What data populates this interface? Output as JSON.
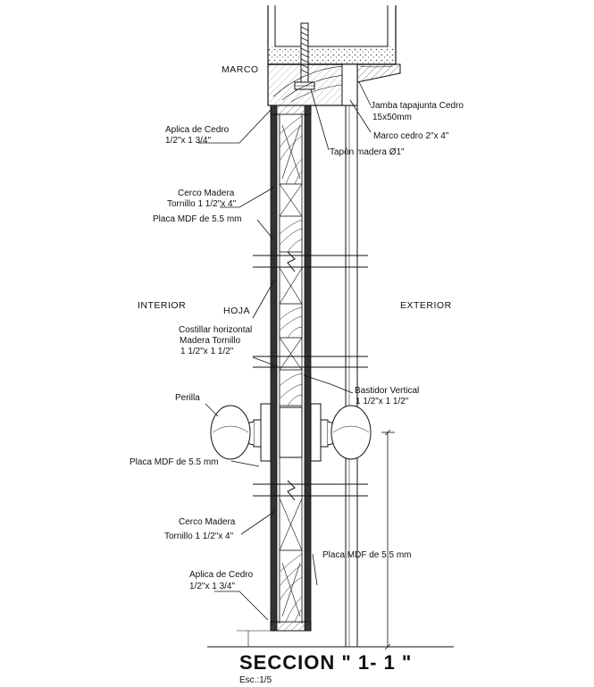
{
  "labels": {
    "marco": "MARCO",
    "jamba_1": "Jamba tapajunta Cedro",
    "jamba_2": "15x50mm",
    "marco_cedro": "Marco cedro 2\"x 4\"",
    "tapon": "Tapón madera Ø1\"",
    "aplica_top_1": "Aplica de Cedro",
    "aplica_top_2": "1/2\"x 1 3/4\"",
    "cerco_top_1": "Cerco Madera",
    "cerco_top_2": "Tornillo 1 1/2\"x 4\"",
    "placa_top": "Placa MDF de  5.5 mm",
    "interior": "INTERIOR",
    "exterior": "EXTERIOR",
    "hoja": "HOJA",
    "costillar_1": "Costillar horizontal",
    "costillar_2": "Madera Tornillo",
    "costillar_3": "1 1/2\"x 1 1/2\"",
    "bastidor_1": "Bastidor Vertical",
    "bastidor_2": "1 1/2\"x 1 1/2\"",
    "perilla": "Perilla",
    "placa_mid": "Placa MDF de  5.5 mm",
    "cerco_bot_1": "Cerco Madera",
    "cerco_bot_2": "Tornillo 1 1/2\"x 4\"",
    "placa_right": "Placa MDF de 5.5 mm",
    "aplica_bot_1": "Aplica de Cedro",
    "aplica_bot_2": "1/2\"x 1 3/4\""
  },
  "title": "SECCION \" 1- 1 \"",
  "scale": "Esc.:1/5"
}
